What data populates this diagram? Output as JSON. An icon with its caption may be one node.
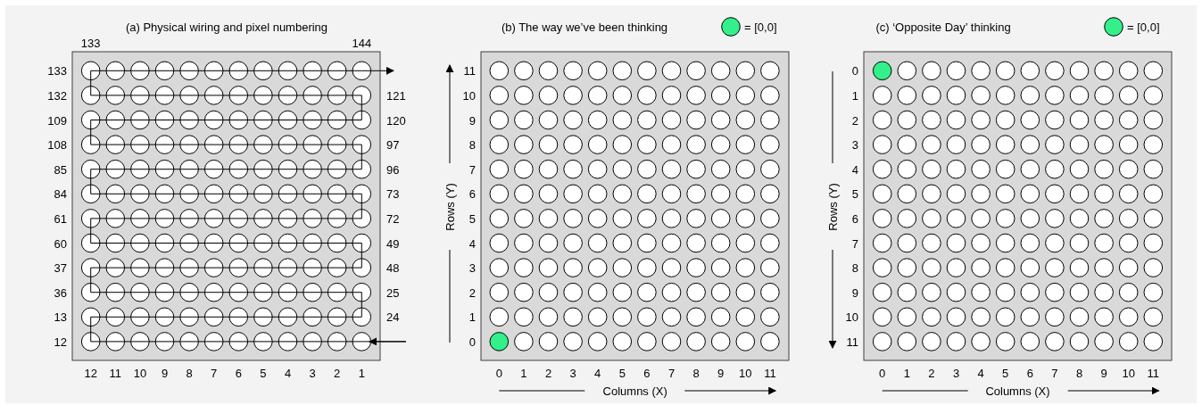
{
  "diagram": {
    "labels": [
      "(a) Physical wiring and pixel numbering",
      "133",
      "144",
      "133",
      "132",
      "109",
      "108",
      "85",
      "84",
      "61",
      "60",
      "37",
      "36",
      "13",
      "12",
      "121",
      "120",
      "97",
      "96",
      "73",
      "72",
      "49",
      "48",
      "25",
      "24",
      "12",
      "11",
      "10",
      "9",
      "8",
      "7",
      "6",
      "5",
      "4",
      "3",
      "2",
      "1",
      "(b) The way we’ve been thinking",
      "11",
      "10",
      "9",
      "8",
      "7",
      "6",
      "5",
      "4",
      "3",
      "2",
      "1",
      "0",
      "Rows (Y)",
      "0",
      "1",
      "2",
      "3",
      "4",
      "5",
      "6",
      "7",
      "8",
      "9",
      "10",
      "11",
      "Columns (X)",
      "(c) ‘Opposite Day’ thinking",
      "0",
      "1",
      "2",
      "3",
      "4",
      "5",
      "6",
      "7",
      "8",
      "9",
      "10",
      "11",
      "Rows (Y)",
      "0",
      "1",
      "2",
      "3",
      "4",
      "5",
      "6",
      "7",
      "8",
      "9",
      "10",
      "11",
      "Columns (X)"
    ],
    "legend": [
      {
        "text": "= [0,0]",
        "color": "#33f08a"
      },
      {
        "text": "= [0,0]",
        "color": "#33f08a"
      }
    ]
  }
}
